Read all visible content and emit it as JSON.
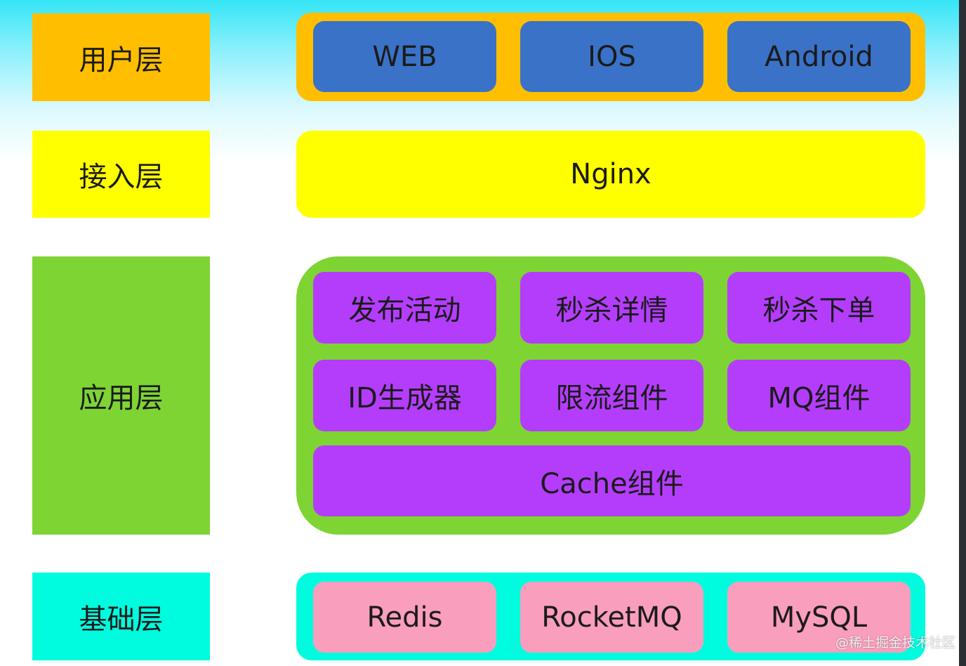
{
  "layers": [
    {
      "label": "用户层",
      "color": "#ffbf00"
    },
    {
      "label": "接入层",
      "color": "#ffff00"
    },
    {
      "label": "应用层",
      "color": "#7ed433"
    },
    {
      "label": "基础层",
      "color": "#00fcdf"
    }
  ],
  "user_layer": {
    "items": [
      "WEB",
      "IOS",
      "Android"
    ],
    "item_color": "#3a72c8",
    "container_color": "#ffbf00"
  },
  "access_layer": {
    "items": [
      "Nginx"
    ],
    "container_color": "#ffff00"
  },
  "app_layer": {
    "row1": [
      "发布活动",
      "秒杀详情",
      "秒杀下单"
    ],
    "row2": [
      "ID生成器",
      "限流组件",
      "MQ组件"
    ],
    "row3": [
      "Cache组件"
    ],
    "item_color": "#b43dfc",
    "container_color": "#7ed433"
  },
  "base_layer": {
    "items": [
      "Redis",
      "RocketMQ",
      "MySQL"
    ],
    "item_color": "#fa9ebd",
    "container_color": "#00fcdf"
  },
  "watermark": "@稀土掘金技术社区"
}
